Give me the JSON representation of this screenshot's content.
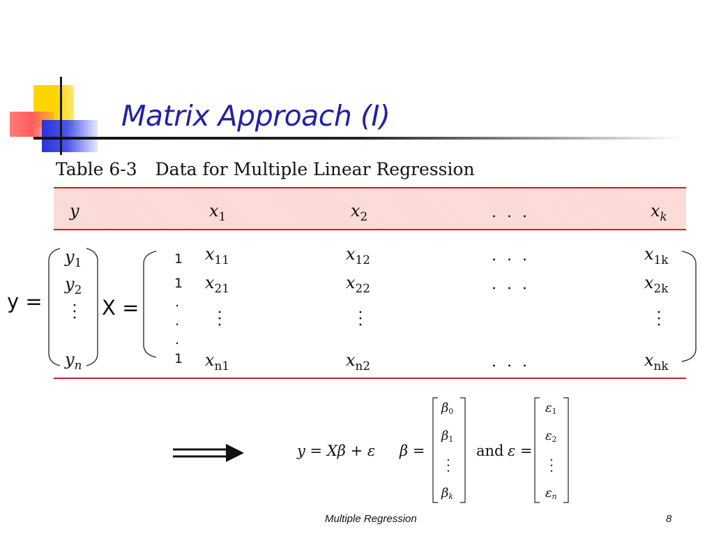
{
  "slide": {
    "title": "Matrix Approach (I)",
    "table_caption_number": "Table 6-3",
    "table_caption_text": "Data for Multiple Linear Regression",
    "header": {
      "y": "y",
      "x1": "x",
      "x1_sub": "1",
      "x2": "x",
      "x2_sub": "2",
      "ellipsis": ". . .",
      "xk": "x",
      "xk_sub": "k"
    },
    "y_vector": {
      "label": "y =",
      "row1": "y",
      "row1_sub": "1",
      "row2": "y",
      "row2_sub": "2",
      "rown": "y",
      "rown_sub": "n"
    },
    "x_matrix": {
      "label": "X =",
      "one": "1",
      "dot": ".",
      "row1": {
        "c1": "x",
        "c1_sub": "11",
        "c2": "x",
        "c2_sub": "12",
        "ell": ". . .",
        "ck": "x",
        "ck_sub": "1k"
      },
      "row2": {
        "c1": "x",
        "c1_sub": "21",
        "c2": "x",
        "c2_sub": "22",
        "ell": ". . .",
        "ck": "x",
        "ck_sub": "2k"
      },
      "rown": {
        "c1": "x",
        "c1_sub": "n1",
        "c2": "x",
        "c2_sub": "n2",
        "ell": ". . .",
        "ck": "x",
        "ck_sub": "nk"
      }
    },
    "model": {
      "equation_y": "y",
      "equation_rest": " = Xβ + ε",
      "beta_label": "β =",
      "and": "and",
      "eps_label": "ε =",
      "beta": [
        "β",
        "β",
        "β"
      ],
      "beta_subs": [
        "0",
        "1",
        "k"
      ],
      "eps": [
        "ε",
        "ε",
        "ε"
      ],
      "eps_subs": [
        "1",
        "2",
        "n"
      ]
    },
    "footer": {
      "left": "Multiple Regression",
      "page": "8"
    }
  }
}
